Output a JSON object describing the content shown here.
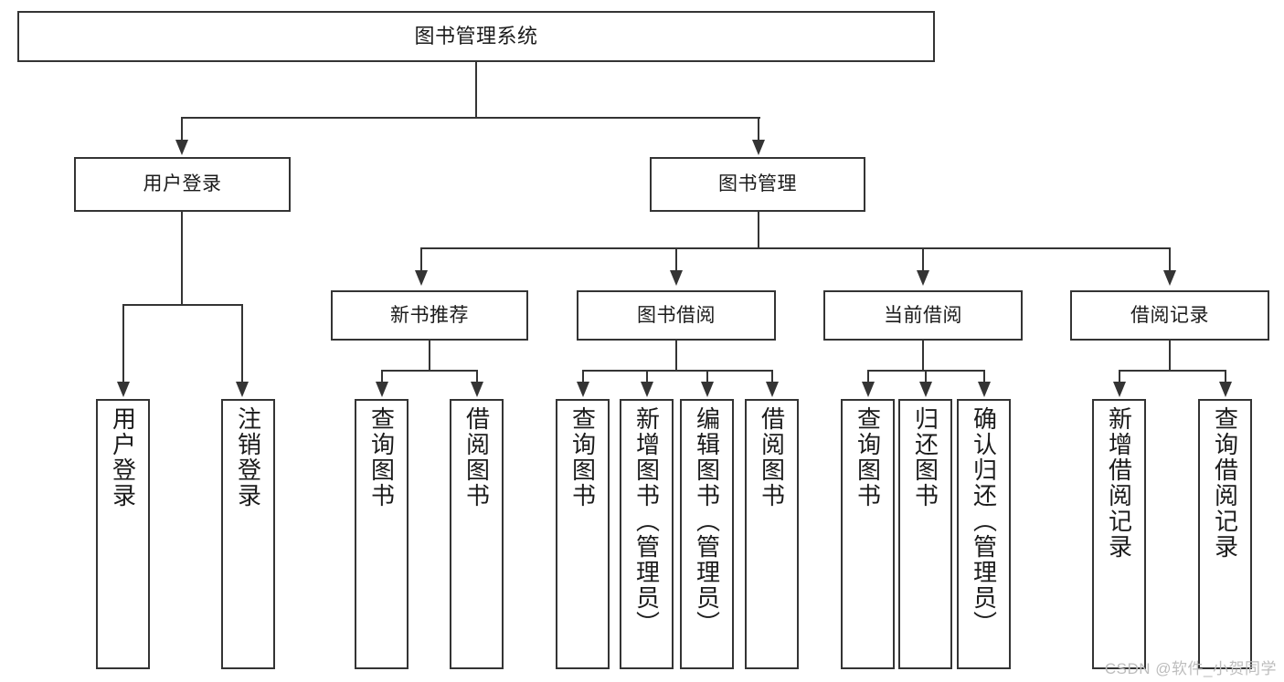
{
  "diagram": {
    "title": "图书管理系统",
    "watermark": "CSDN @软件_小贺同学",
    "stroke_color": "#343434",
    "background_color": "#ffffff",
    "text_color": "#1b1b1b",
    "watermark_color": "#bdbdbd"
  },
  "nodes": {
    "root": {
      "label": "图书管理系统"
    },
    "level2": [
      {
        "label": "用户登录"
      },
      {
        "label": "图书管理"
      }
    ],
    "level3": [
      {
        "label": "新书推荐"
      },
      {
        "label": "图书借阅"
      },
      {
        "label": "当前借阅"
      },
      {
        "label": "借阅记录"
      }
    ],
    "leaves": {
      "user_login": [
        {
          "label": "用户登录"
        },
        {
          "label": "注销登录"
        }
      ],
      "new_book_recommend": [
        {
          "label": "查询图书"
        },
        {
          "label": "借阅图书"
        }
      ],
      "book_borrow": [
        {
          "label": "查询图书"
        },
        {
          "label": "新增图书（管理员）"
        },
        {
          "label": "编辑图书（管理员）"
        },
        {
          "label": "借阅图书"
        }
      ],
      "current_borrow": [
        {
          "label": "查询图书"
        },
        {
          "label": "归还图书"
        },
        {
          "label": "确认归还（管理员）"
        }
      ],
      "borrow_record": [
        {
          "label": "新增借阅记录"
        },
        {
          "label": "查询借阅记录"
        }
      ]
    }
  },
  "chart_data": {
    "type": "tree",
    "title": "图书管理系统",
    "root": "图书管理系统",
    "edges": [
      [
        "图书管理系统",
        "用户登录"
      ],
      [
        "图书管理系统",
        "图书管理"
      ],
      [
        "用户登录",
        "用户登录"
      ],
      [
        "用户登录",
        "注销登录"
      ],
      [
        "图书管理",
        "新书推荐"
      ],
      [
        "图书管理",
        "图书借阅"
      ],
      [
        "图书管理",
        "当前借阅"
      ],
      [
        "图书管理",
        "借阅记录"
      ],
      [
        "新书推荐",
        "查询图书"
      ],
      [
        "新书推荐",
        "借阅图书"
      ],
      [
        "图书借阅",
        "查询图书"
      ],
      [
        "图书借阅",
        "新增图书（管理员）"
      ],
      [
        "图书借阅",
        "编辑图书（管理员）"
      ],
      [
        "图书借阅",
        "借阅图书"
      ],
      [
        "当前借阅",
        "查询图书"
      ],
      [
        "当前借阅",
        "归还图书"
      ],
      [
        "当前借阅",
        "确认归还（管理员）"
      ],
      [
        "借阅记录",
        "新增借阅记录"
      ],
      [
        "借阅记录",
        "查询借阅记录"
      ]
    ],
    "depth": 4,
    "leaf_count": 13
  }
}
